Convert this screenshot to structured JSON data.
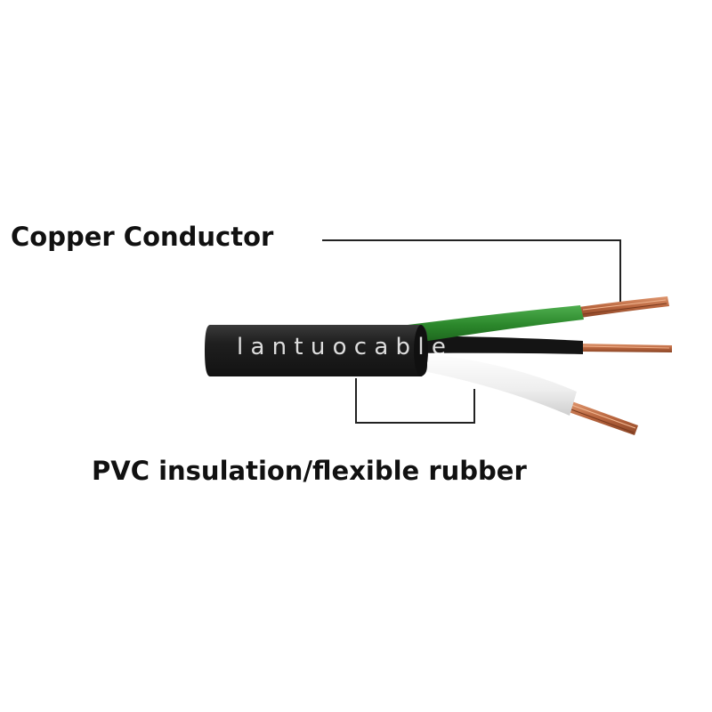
{
  "labels": {
    "conductor": "Copper Conductor",
    "insulation": "PVC insulation/flexible rubber"
  },
  "watermark": "l a n t u o c a b l e",
  "colors": {
    "jacket": "#2a2a2a",
    "wire_green": "#2e8b2e",
    "wire_black": "#151515",
    "wire_white": "#f2f2f2",
    "copper": "#c8734a",
    "leader_line": "#222222"
  },
  "icons": {
    "diagram": "three-core-cable"
  }
}
